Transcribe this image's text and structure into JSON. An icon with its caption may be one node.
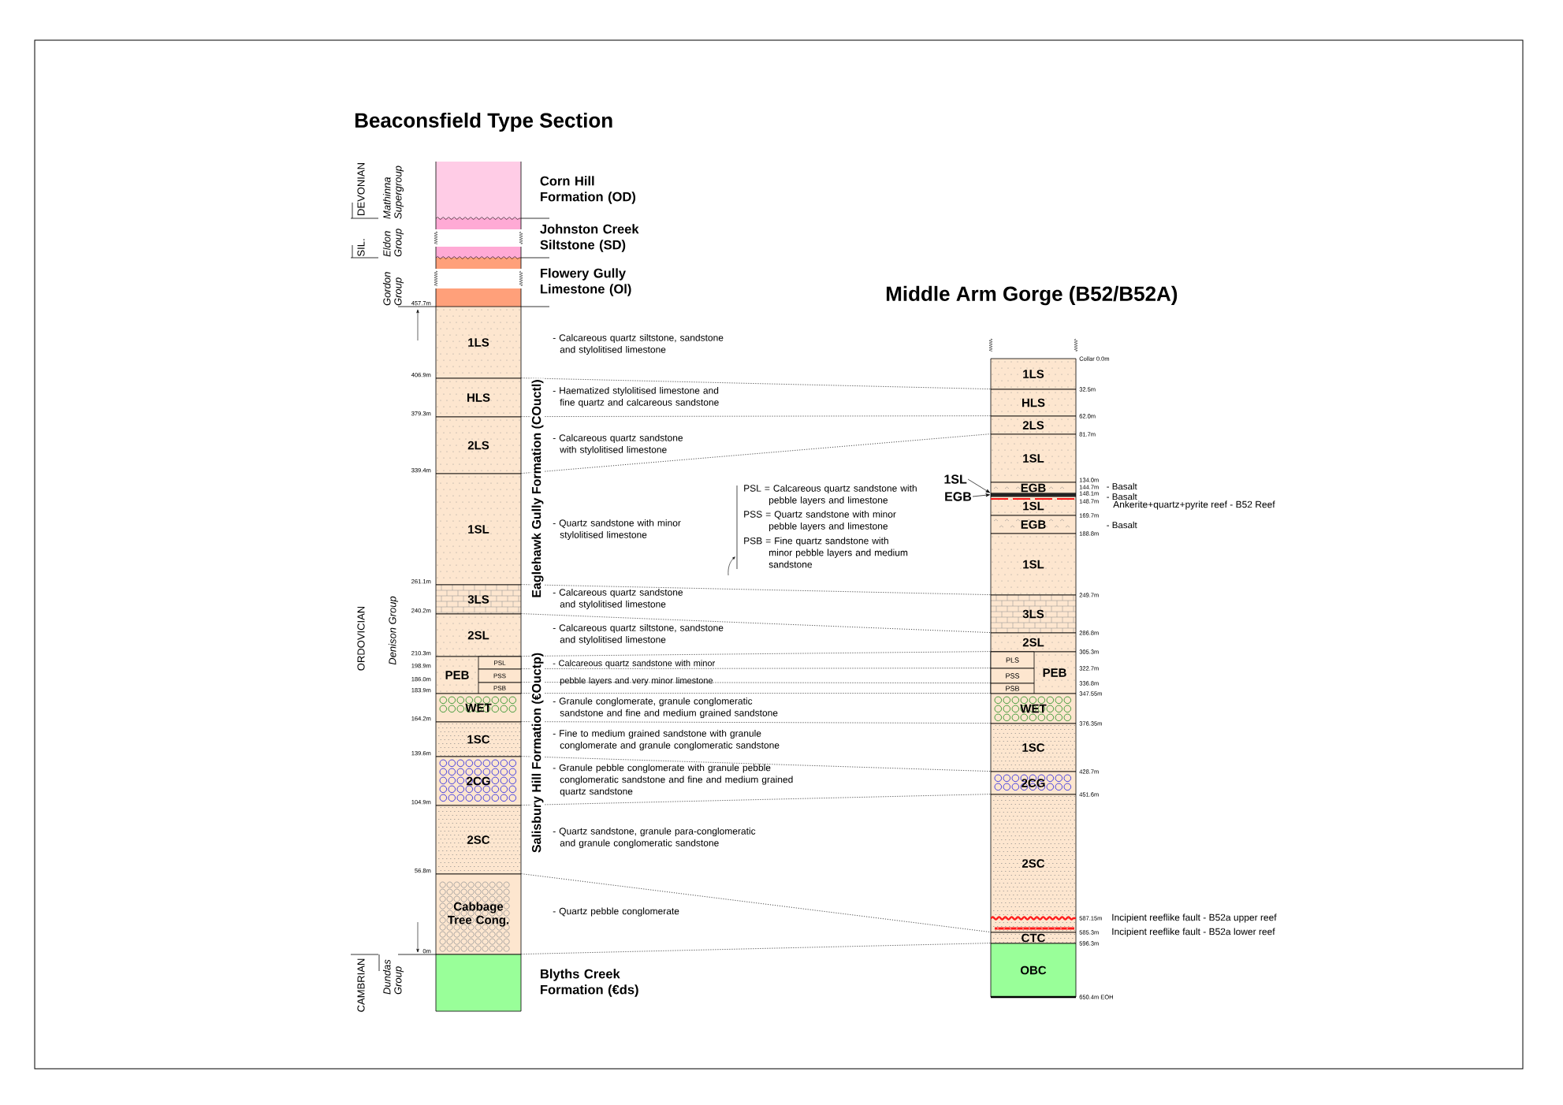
{
  "diagram": {
    "nodes": [
      {
        "text": [
          "Corn Hill Formation (OD)"
        ]
      },
      {
        "text": [
          "Johnston Creek Siltstone (SD)"
        ]
      },
      {
        "text": [
          "Flowery Gully Limestone (Ol)"
        ]
      },
      {
        "text": [
          "1LS"
        ],
        "beside": [
          "- Calcareous quartz siltstone, sandstone and stylolitised limestone"
        ]
      },
      {
        "text": [
          "HLS"
        ],
        "beside": [
          "- Haematized stylolitised limestone and fine quartz and calcareous sandstone"
        ]
      },
      {
        "text": [
          "2LS"
        ],
        "beside": [
          "- Calcareous quartz sandstone with stylolitised limestone"
        ]
      },
      {
        "text": [
          "1SL"
        ],
        "beside": [
          "- Quartz sandstone with minor stylolitised limestone"
        ]
      },
      {
        "text": [
          "3LS"
        ],
        "beside": [
          "- Calcareous quartz sandstone and stylolitised limestone"
        ]
      },
      {
        "text": [
          "2SL"
        ],
        "beside": [
          "- Calcareous quartz siltstone, sandstone and stylolitised limestone"
        ]
      },
      {
        "text": [
          "PEB"
        ],
        "beside": [
          "- Calcareous quartz sandstone with minor pebble layers and very minor limestone"
        ]
      },
      {
        "text": [
          "PSL"
        ],
        "in": 9
      },
      {
        "text": [
          "PSS"
        ],
        "in": 9
      },
      {
        "text": [
          "PSB"
        ],
        "in": 9
      },
      {
        "text": [
          "WET"
        ],
        "beside": [
          "- Granule conglomerate, granule conglomeratic sandstone and fine and medium grained sandstone"
        ]
      },
      {
        "text": [
          "1SC"
        ],
        "beside": [
          "- Fine to medium grained sandstone with granule conglomerate and granule conglomeratic sandstone"
        ]
      },
      {
        "text": [
          "2CG"
        ],
        "beside": [
          "- Granule pebble conglomerate with granule pebble conglomeratic sandstone and fine and medium grained quartz sandstone"
        ]
      },
      {
        "text": [
          "2SC"
        ],
        "beside": [
          "- Quartz sandstone, granule para-conglomeratic and granule conglomeratic sandstone"
        ]
      },
      {
        "text": [
          "Cabbage Tree Cong."
        ],
        "beside": [
          "- Quartz pebble conglomerate"
        ]
      },
      {
        "text": [
          "Blyths Creek Formation (€ds)"
        ]
      },
      {
        "text": [
          "1LS"
        ]
      },
      {
        "text": [
          "HLS"
        ]
      },
      {
        "text": [
          "2LS"
        ]
      },
      {
        "text": [
          "1SL"
        ]
      },
      {
        "text": [
          "EGB"
        ],
        "beside": [
          "- Basalt"
        ]
      },
      {
        "text": [],
        "shape": "bar"
      },
      {
        "text": [],
        "shape": "bar",
        "beside": [
          "- Basalt"
        ]
      },
      {
        "text": [
          "1SL"
        ]
      },
      {
        "text": [
          "EGB"
        ],
        "beside": [
          "- Basalt"
        ]
      },
      {
        "text": [
          "1SL"
        ]
      },
      {
        "text": [
          "3LS"
        ]
      },
      {
        "text": [
          "2SL"
        ]
      },
      {
        "text": [
          "PEB"
        ]
      },
      {
        "text": [
          "PLS"
        ],
        "in": 31
      },
      {
        "text": [
          "PSS"
        ],
        "in": 31
      },
      {
        "text": [
          "PSB"
        ],
        "in": 31
      },
      {
        "text": [
          "WET"
        ]
      },
      {
        "text": [
          "1SC"
        ]
      },
      {
        "text": [
          "2CG"
        ]
      },
      {
        "text": [
          "2SC"
        ]
      },
      {
        "text": [
          "CTC"
        ]
      },
      {
        "text": [
          "OBC"
        ]
      },
      {
        "text": [
          "1SL"
        ]
      },
      {
        "text": [
          "EGB"
        ]
      }
    ],
    "edges": [
      {
        "from": 4,
        "to": 20,
        "arrow": "none",
        "style": "dashed"
      },
      {
        "from": 5,
        "to": 21,
        "arrow": "none",
        "style": "dashed"
      },
      {
        "from": 6,
        "to": 22,
        "arrow": "none",
        "style": "dashed"
      },
      {
        "from": 7,
        "to": 29,
        "arrow": "none",
        "style": "dashed"
      },
      {
        "from": 8,
        "to": 30,
        "arrow": "none",
        "style": "dashed"
      },
      {
        "from": 10,
        "to": 32,
        "arrow": "none",
        "style": "dashed"
      },
      {
        "from": 11,
        "to": 33,
        "arrow": "none",
        "style": "dashed"
      },
      {
        "from": 12,
        "to": 34,
        "arrow": "none",
        "style": "dashed"
      },
      {
        "from": 13,
        "to": 35,
        "arrow": "none",
        "style": "dashed"
      },
      {
        "from": 14,
        "to": 36,
        "arrow": "none",
        "style": "dashed"
      },
      {
        "from": 15,
        "to": 37,
        "arrow": "none",
        "style": "dashed"
      },
      {
        "from": 16,
        "to": 38,
        "arrow": "none",
        "style": "dashed"
      },
      {
        "from": 17,
        "to": 39,
        "arrow": "none",
        "style": "dashed"
      },
      {
        "from": 18,
        "to": 40,
        "arrow": "none",
        "style": "dashed"
      },
      {
        "from": 41,
        "to": 24,
        "arrow": "to"
      },
      {
        "from": 42,
        "to": 25,
        "arrow": "to"
      }
    ],
    "labels": [
      "Beaconsfield Type Section",
      "Middle Arm Gorge (B52/B52A)",
      "DEVONIAN",
      "Mathinna Supergroup",
      "SIL.",
      "Eldon Group",
      "Gordon Group",
      "ORDOVICIAN",
      "Denison Group",
      "CAMBRIAN",
      "Dundas Group",
      "Eaglehawk Gully Formation (COuctl)",
      "Salisbury Hill Formation (€Ouctp)",
      "457.7m",
      "406.9m",
      "379.3m",
      "339.4m",
      "261.1m",
      "240.2m",
      "210.3m",
      "198.9m",
      "186.0m",
      "183.9m",
      "164.2m",
      "139.6m",
      "104.9m",
      "56.8m",
      "0m",
      "PSL = Calcareous quartz sandstone with pebble layers and limestone",
      "PSS = Quartz sandstone with minor pebble layers and limestone",
      "PSB = Fine quartz sandstone with minor pebble layers and medium sandstone",
      "Collar 0.0m",
      "32.5m",
      "62.0m",
      "81.7m",
      "134.0m",
      "144.7m",
      "148.1m",
      "148.7m",
      "169.7m",
      "188.8m",
      "249.7m",
      "286.8m",
      "305.3m",
      "322.7m",
      "336.8m",
      "347.55m",
      "376.35m",
      "428.7m",
      "451.6m",
      "587.15m",
      "585.3m",
      "596.3m",
      "650.4m EOH",
      "Ankerite+quartz+pyrite reef - B52 Reef",
      "Incipient reeflike fault - B52a upper reef",
      "Incipient reeflike fault - B52a lower reef"
    ]
  }
}
